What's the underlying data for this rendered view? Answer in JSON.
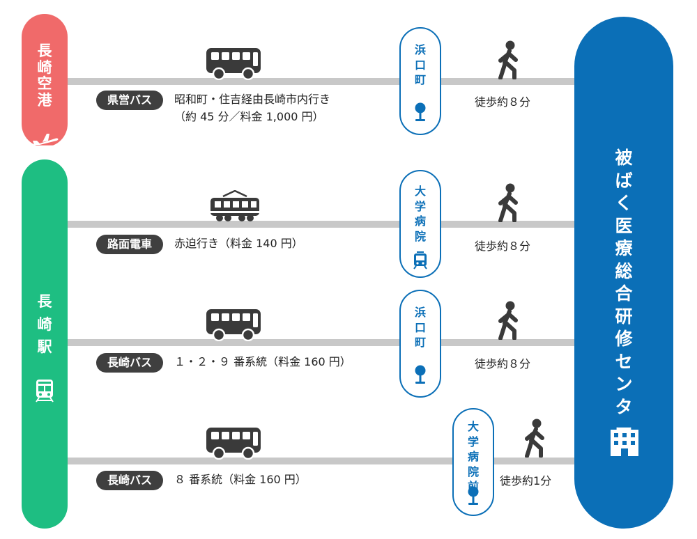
{
  "origins": {
    "airport": {
      "label": "長崎空港",
      "icon": "airplane-icon"
    },
    "station": {
      "label": "長崎駅",
      "icon": "train-icon"
    }
  },
  "destination": {
    "label": "被ばく医療総合研修センター",
    "icon": "building-icon"
  },
  "routes": [
    {
      "vehicle_icon": "bus-icon",
      "operator": "県営バス",
      "line1": "昭和町・住吉経由長崎市内行き",
      "line2": "（約 45 分／料金 1,000 円）",
      "stop": "浜口町",
      "stop_icon": "bus-stop-icon",
      "walk": "徒歩約８分"
    },
    {
      "vehicle_icon": "tram-icon",
      "operator": "路面電車",
      "line1": "赤迫行き（料金 140 円）",
      "stop": "大学病院",
      "stop_icon": "tram-icon",
      "walk": "徒歩約８分"
    },
    {
      "vehicle_icon": "bus-icon",
      "operator": "長崎バス",
      "line1": "１・２・９ 番系統（料金 160 円）",
      "stop": "浜口町",
      "stop_icon": "bus-stop-icon",
      "walk": "徒歩約８分"
    },
    {
      "vehicle_icon": "bus-icon",
      "operator": "長崎バス",
      "line1": "８ 番系統（料金 160 円）",
      "stop": "大学病院前",
      "stop_icon": "bus-stop-icon",
      "walk": "徒歩約1分"
    }
  ],
  "colors": {
    "airport": "#f06a6a",
    "station": "#1ebe82",
    "destination": "#0b6fb7",
    "track": "#c8c8c8",
    "badge": "#3f3f3f"
  }
}
